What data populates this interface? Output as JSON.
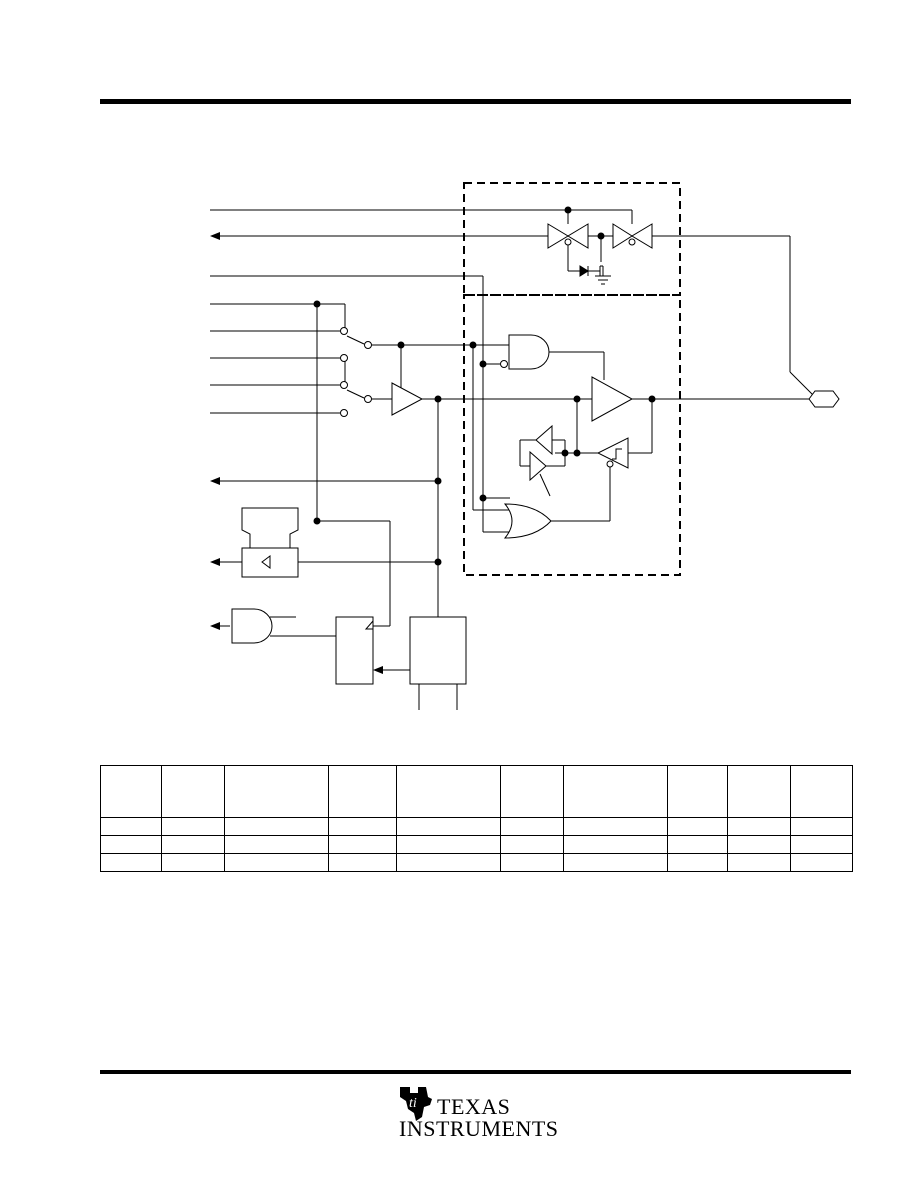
{
  "header": {
    "rule": "top-rule"
  },
  "footer": {
    "logo": {
      "icon": "ti-logo-icon",
      "line1": "TEXAS",
      "line2": "INSTRUMENTS"
    }
  },
  "diagram": {
    "title": "",
    "components": [
      "transmission-gate",
      "and-gate",
      "or-gate",
      "buffer",
      "schmitt-trigger",
      "latch",
      "register"
    ],
    "colors": {
      "line": "#000000",
      "background": "#ffffff"
    }
  },
  "table": {
    "columns": 10,
    "header_rows": 1,
    "body_rows": 3,
    "cells": []
  }
}
